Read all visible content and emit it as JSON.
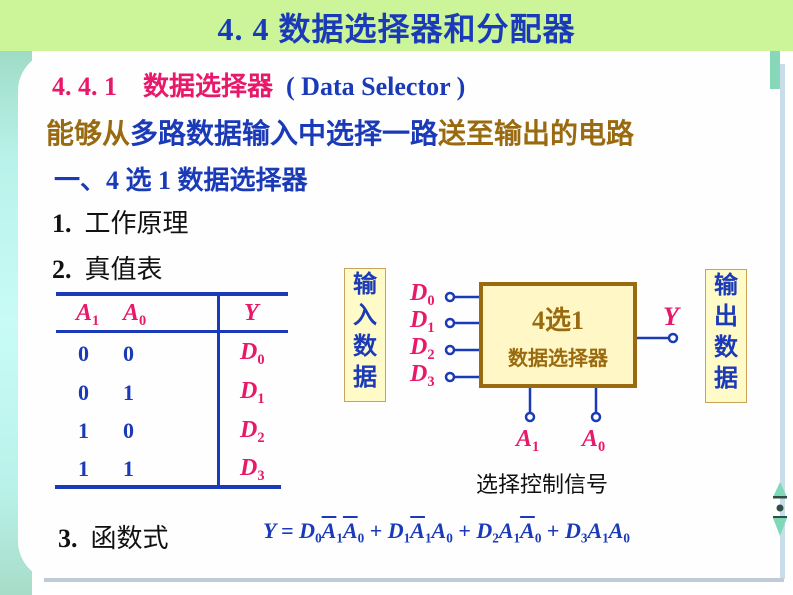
{
  "slide": {
    "title": "4. 4   数据选择器和分配器",
    "section": {
      "number": "4. 4. 1",
      "title_cn": "数据选择器",
      "title_en": "( Data Selector )"
    },
    "description": {
      "part1": "能够从",
      "part2": "多路数据输入中选择一路",
      "part3": "送至输出的电路"
    },
    "subheading": "一、4 选 1 数据选择器",
    "items": [
      {
        "num": "1.",
        "label": "工作原理"
      },
      {
        "num": "2.",
        "label": "真值表"
      },
      {
        "num": "3.",
        "label": "函数式"
      }
    ]
  },
  "truth_table": {
    "headers": {
      "a1": "A",
      "a1_sub": "1",
      "a0": "A",
      "a0_sub": "0",
      "y": "Y"
    },
    "rows": [
      {
        "a1": "0",
        "a0": "0",
        "y": "D",
        "y_sub": "0"
      },
      {
        "a1": "0",
        "a0": "1",
        "y": "D",
        "y_sub": "1"
      },
      {
        "a1": "1",
        "a0": "0",
        "y": "D",
        "y_sub": "2"
      },
      {
        "a1": "1",
        "a0": "1",
        "y": "D",
        "y_sub": "3"
      }
    ]
  },
  "diagram": {
    "input_box": [
      "输",
      "入",
      "数",
      "据"
    ],
    "output_box": [
      "输",
      "出",
      "数",
      "据"
    ],
    "mux_line1": "4选1",
    "mux_line2": "数据选择器",
    "inputs": [
      {
        "label": "D",
        "sub": "0"
      },
      {
        "label": "D",
        "sub": "1"
      },
      {
        "label": "D",
        "sub": "2"
      },
      {
        "label": "D",
        "sub": "3"
      }
    ],
    "output": "Y",
    "controls": [
      {
        "label": "A",
        "sub": "1"
      },
      {
        "label": "A",
        "sub": "0"
      }
    ],
    "control_caption": "选择控制信号"
  },
  "formula": {
    "lhs": "Y",
    "eq": "=",
    "terms": [
      {
        "d": "D",
        "ds": "0",
        "a1": "A",
        "a1s": "1",
        "a1bar": true,
        "a0": "A",
        "a0s": "0",
        "a0bar": true
      },
      {
        "d": "D",
        "ds": "1",
        "a1": "A",
        "a1s": "1",
        "a1bar": true,
        "a0": "A",
        "a0s": "0",
        "a0bar": false
      },
      {
        "d": "D",
        "ds": "2",
        "a1": "A",
        "a1s": "1",
        "a1bar": false,
        "a0": "A",
        "a0s": "0",
        "a0bar": true
      },
      {
        "d": "D",
        "ds": "3",
        "a1": "A",
        "a1s": "1",
        "a1bar": false,
        "a0": "A",
        "a0s": "0",
        "a0bar": false
      }
    ],
    "plus": "+"
  },
  "colors": {
    "title_bg": "#ccf59a",
    "blue": "#1a3ab8",
    "pink": "#e8186a",
    "gold": "#9a6a10",
    "box_fill": "#fff8c6"
  }
}
